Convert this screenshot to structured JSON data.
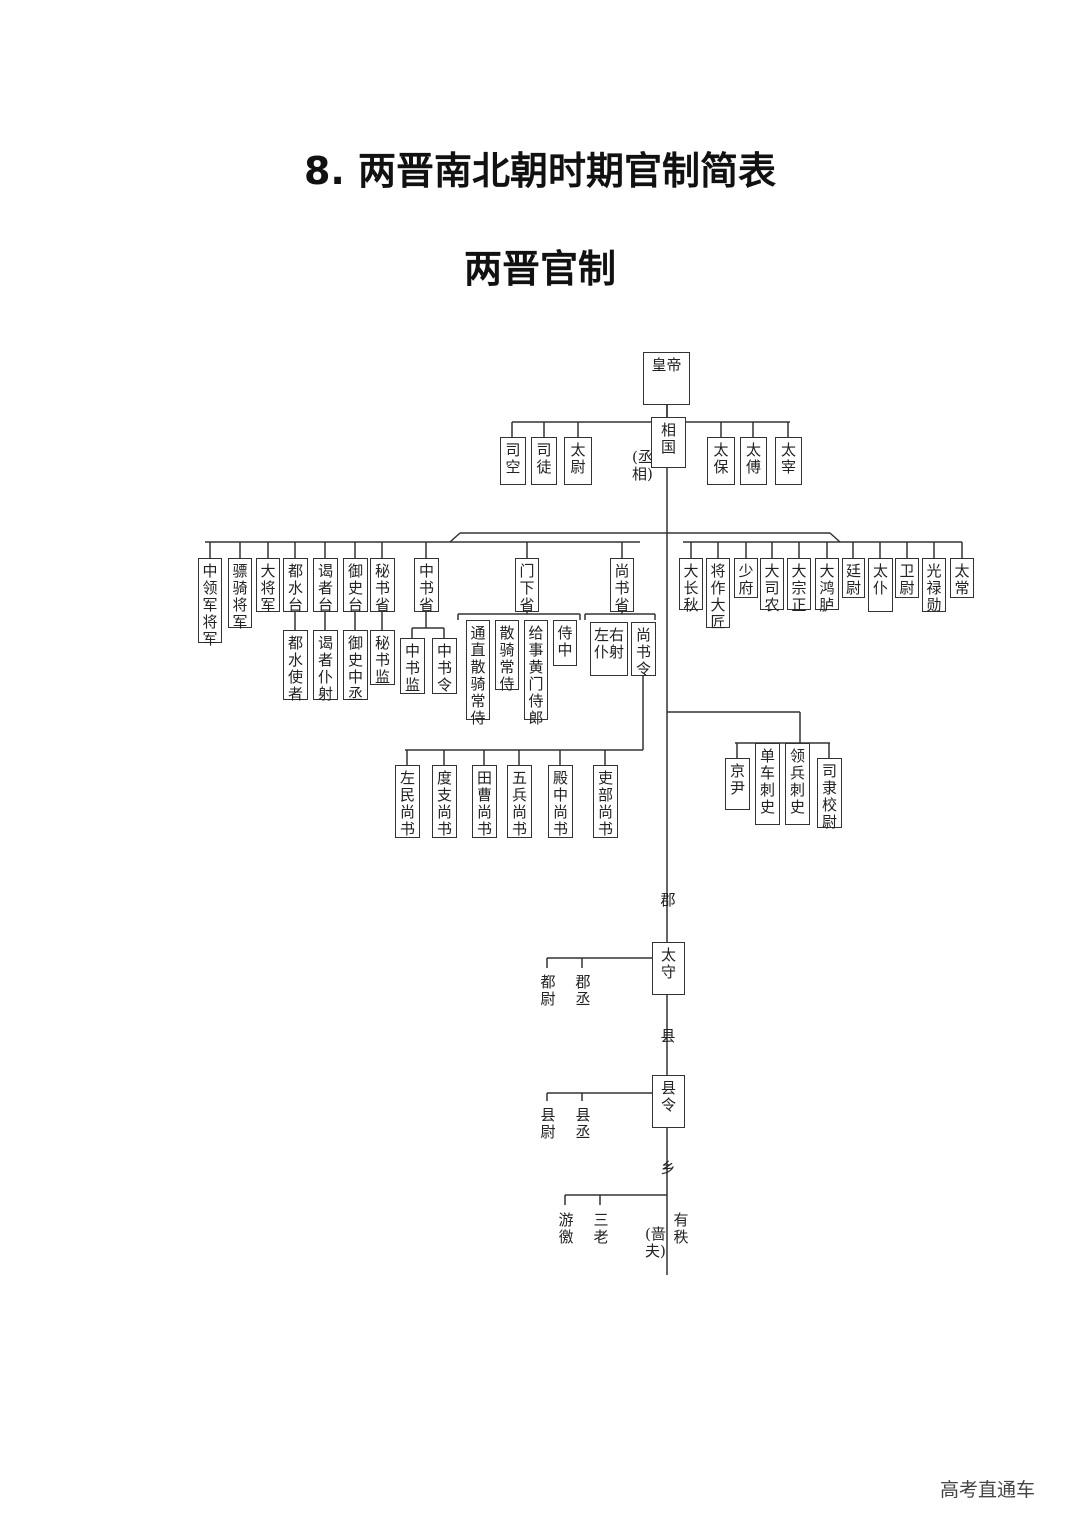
{
  "title": "8. 两晋南北朝时期官制简表",
  "subtitle": "两晋官制",
  "watermark": "高考直通车",
  "nodes": [
    {
      "id": "emperor",
      "text": "皇帝",
      "boxed": true
    },
    {
      "id": "xiangguo",
      "text": "相国",
      "boxed": true
    },
    {
      "id": "chengxiang",
      "text": "(丞相)",
      "boxed": false
    },
    {
      "id": "sikong",
      "text": "司空",
      "boxed": true
    },
    {
      "id": "situ",
      "text": "司徒",
      "boxed": true
    },
    {
      "id": "taiwei",
      "text": "太尉",
      "boxed": true
    },
    {
      "id": "taibao",
      "text": "太保",
      "boxed": true
    },
    {
      "id": "taifu",
      "text": "太傅",
      "boxed": true
    },
    {
      "id": "taizai",
      "text": "太宰",
      "boxed": true
    },
    {
      "id": "zhonglingjun",
      "text": "中领军将军",
      "boxed": true
    },
    {
      "id": "piaoqi",
      "text": "骠骑将军",
      "boxed": true
    },
    {
      "id": "dajiangjun",
      "text": "大将军",
      "boxed": true
    },
    {
      "id": "dushuitai",
      "text": "都水台",
      "boxed": true
    },
    {
      "id": "dushuishizhe",
      "text": "都水使者",
      "boxed": true
    },
    {
      "id": "yezhetai",
      "text": "谒者台",
      "boxed": true
    },
    {
      "id": "yezhepuye",
      "text": "谒者仆射",
      "boxed": true
    },
    {
      "id": "yushitai",
      "text": "御史台",
      "boxed": true
    },
    {
      "id": "yushizhongcheng",
      "text": "御史中丞",
      "boxed": true
    },
    {
      "id": "mishusheng",
      "text": "秘书省",
      "boxed": true
    },
    {
      "id": "mishujian",
      "text": "秘书监",
      "boxed": true
    },
    {
      "id": "zhongshusheng",
      "text": "中书省",
      "boxed": true
    },
    {
      "id": "zhongshujian",
      "text": "中书监",
      "boxed": true
    },
    {
      "id": "zhongshuling",
      "text": "中书令",
      "boxed": true
    },
    {
      "id": "menxiasheng",
      "text": "门下省",
      "boxed": true
    },
    {
      "id": "tongzhi",
      "text": "通直散骑常侍",
      "boxed": true
    },
    {
      "id": "sanqi",
      "text": "散骑常侍",
      "boxed": true
    },
    {
      "id": "jishi",
      "text": "给事黄门侍郎",
      "boxed": true
    },
    {
      "id": "shizhong",
      "text": "侍中",
      "boxed": true
    },
    {
      "id": "shangshusheng",
      "text": "尚书省",
      "boxed": true
    },
    {
      "id": "puye",
      "text": "左右仆射",
      "boxed": true
    },
    {
      "id": "shangshuling",
      "text": "尚书令",
      "boxed": true
    },
    {
      "id": "dachangqiu",
      "text": "大长秋",
      "boxed": true
    },
    {
      "id": "jiangzuo",
      "text": "将作大匠",
      "boxed": true
    },
    {
      "id": "shaofu",
      "text": "少府",
      "boxed": true
    },
    {
      "id": "dasinong",
      "text": "大司农",
      "boxed": true
    },
    {
      "id": "dazongzheng",
      "text": "大宗正",
      "boxed": true
    },
    {
      "id": "dahonglu",
      "text": "大鸿胪",
      "boxed": true
    },
    {
      "id": "tingwei",
      "text": "廷尉",
      "boxed": true
    },
    {
      "id": "taipu",
      "text": "太仆",
      "boxed": true
    },
    {
      "id": "weiwei",
      "text": "卫尉",
      "boxed": true
    },
    {
      "id": "guanglu",
      "text": "光禄勋",
      "boxed": true
    },
    {
      "id": "taichang",
      "text": "太常",
      "boxed": true
    },
    {
      "id": "zuomin",
      "text": "左民尚书",
      "boxed": true
    },
    {
      "id": "duzhi",
      "text": "度支尚书",
      "boxed": true
    },
    {
      "id": "tiancao",
      "text": "田曹尚书",
      "boxed": true
    },
    {
      "id": "wubing",
      "text": "五兵尚书",
      "boxed": true
    },
    {
      "id": "dianzhong",
      "text": "殿中尚书",
      "boxed": true
    },
    {
      "id": "libu",
      "text": "吏部尚书",
      "boxed": true
    },
    {
      "id": "jingyin",
      "text": "京尹",
      "boxed": true
    },
    {
      "id": "danche",
      "text": "单车刺史",
      "boxed": true
    },
    {
      "id": "lingbing",
      "text": "领兵刺史",
      "boxed": true
    },
    {
      "id": "sili",
      "text": "司隶校尉",
      "boxed": true
    },
    {
      "id": "jun",
      "text": "郡",
      "boxed": false
    },
    {
      "id": "taishou",
      "text": "太守",
      "boxed": true
    },
    {
      "id": "duwei",
      "text": "都尉",
      "boxed": false
    },
    {
      "id": "juncheng",
      "text": "郡丞",
      "boxed": false
    },
    {
      "id": "xian",
      "text": "县",
      "boxed": false
    },
    {
      "id": "xianling",
      "text": "县令",
      "boxed": true
    },
    {
      "id": "xianwei",
      "text": "县尉",
      "boxed": false
    },
    {
      "id": "xiancheng",
      "text": "县丞",
      "boxed": false
    },
    {
      "id": "xiang",
      "text": "乡",
      "boxed": false
    },
    {
      "id": "youjiao",
      "text": "游徼",
      "boxed": false
    },
    {
      "id": "sanlao",
      "text": "三老",
      "boxed": false
    },
    {
      "id": "youzhi",
      "text": "有秩",
      "boxed": false
    },
    {
      "id": "sefu",
      "text": "(啬夫)",
      "boxed": false
    }
  ]
}
